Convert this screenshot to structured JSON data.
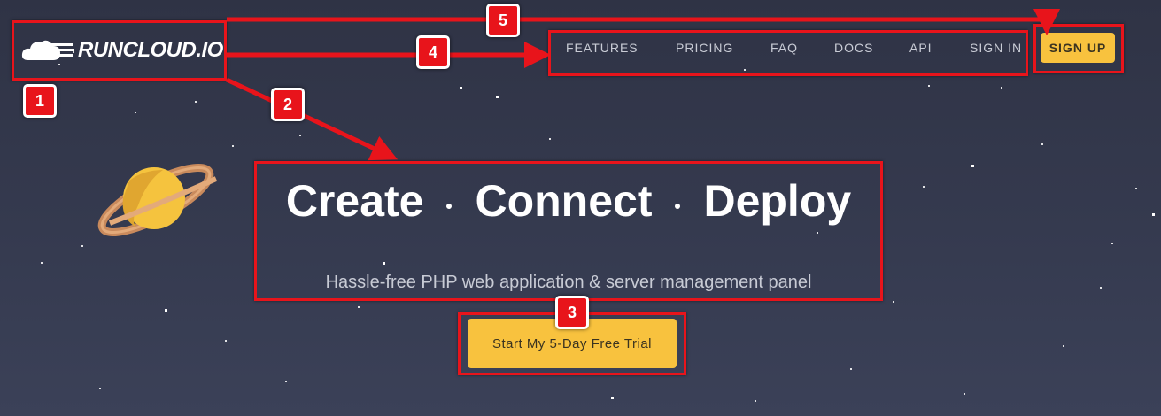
{
  "logo": {
    "text": "RUNCLOUD.IO"
  },
  "nav": {
    "items": [
      {
        "label": "FEATURES"
      },
      {
        "label": "PRICING"
      },
      {
        "label": "FAQ"
      },
      {
        "label": "DOCS"
      },
      {
        "label": "API"
      },
      {
        "label": "SIGN IN"
      }
    ],
    "signup_label": "SIGN UP"
  },
  "hero": {
    "words": [
      "Create",
      "Connect",
      "Deploy"
    ],
    "subtitle": "Hassle-free PHP web application & server management panel",
    "cta_label": "Start My 5-Day Free Trial"
  },
  "annotations": {
    "labels": [
      "1",
      "2",
      "3",
      "4",
      "5"
    ]
  },
  "colors": {
    "background": "#333849",
    "accent": "#f8c23e",
    "annotation": "#e8141b"
  }
}
